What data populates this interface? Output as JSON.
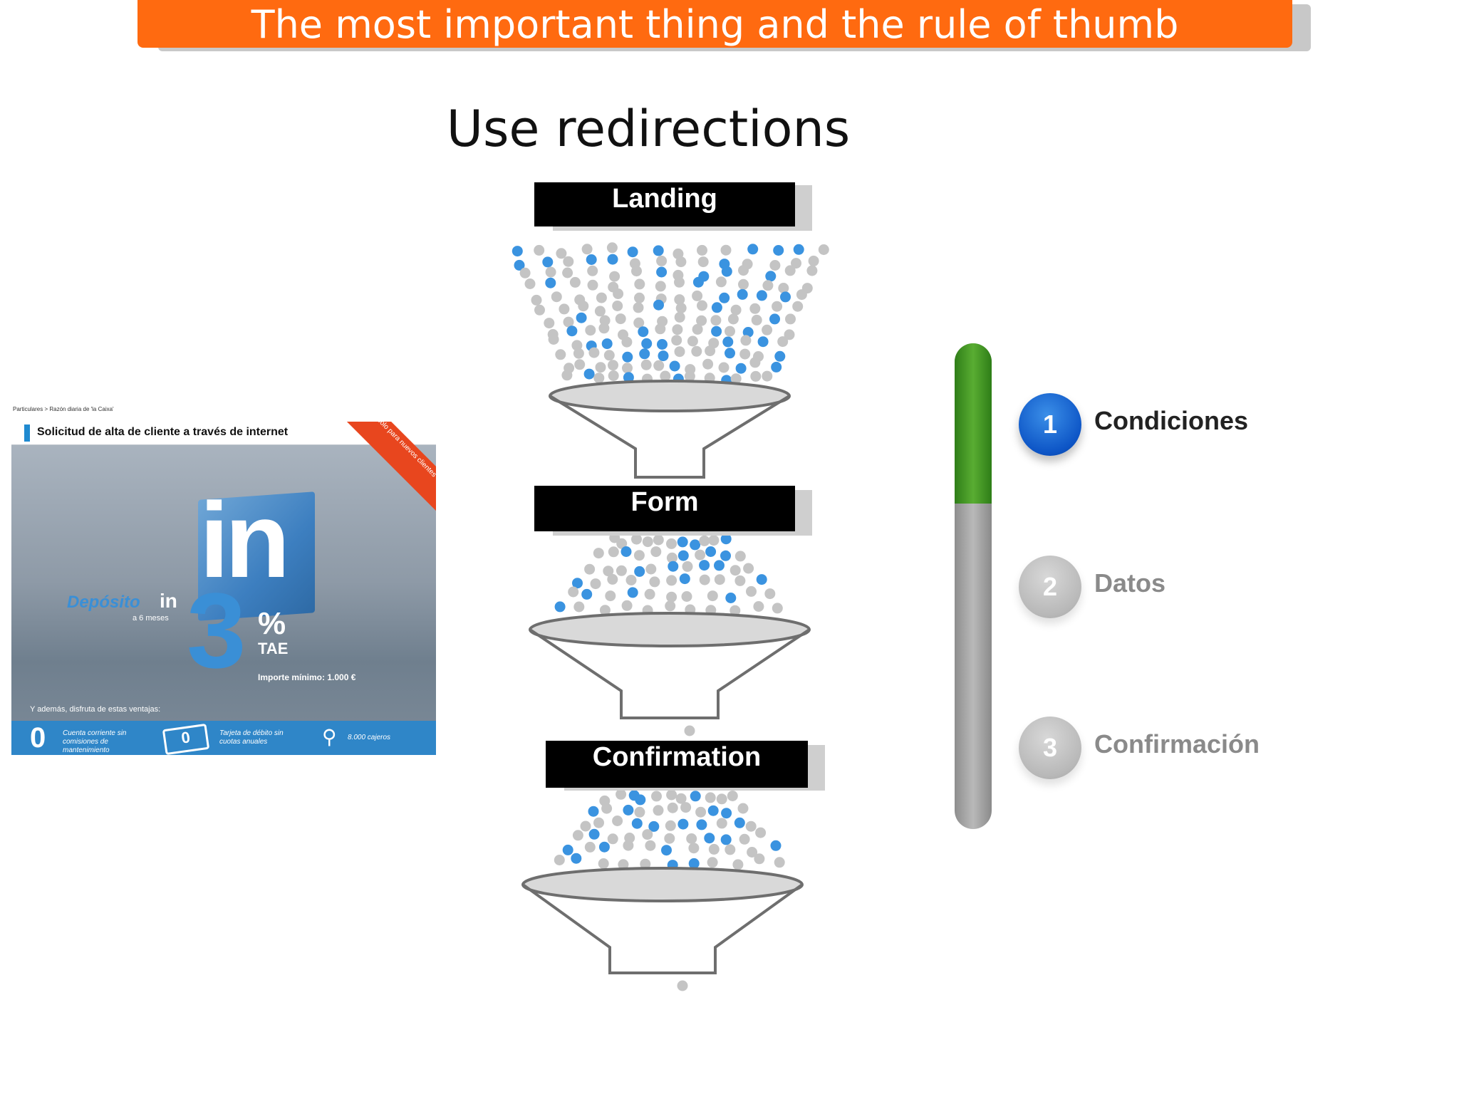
{
  "header": {
    "title": "The most important thing and the rule of thumb"
  },
  "slide": {
    "title": "Use redirections"
  },
  "banner": {
    "breadcrumb": "Particulares > Razón diaria de 'la Caixa'",
    "heading": "Solicitud de alta de cliente a través de internet",
    "corner_ribbon": "Sólo para nuevos clientes",
    "logo": "in",
    "deposito": "Depósito",
    "in": "in",
    "meses": "a 6 meses",
    "rate": "3",
    "percent": "%",
    "tae": "TAE",
    "importe": "Importe mínimo: 1.000 €",
    "ademas": "Y además, disfruta de estas ventajas:",
    "perks": [
      {
        "icon": "0",
        "text": "Cuenta corriente sin comisiones de mantenimiento"
      },
      {
        "icon": "0",
        "text": "Tarjeta de débito sin cuotas anuales"
      },
      {
        "icon": "atm-icon",
        "text": "8.000 cajeros"
      }
    ]
  },
  "funnel": {
    "stages": [
      "Landing",
      "Form",
      "Confirmation"
    ],
    "colors": {
      "highlight": "#3a93e0",
      "dot": "#c4c4c4",
      "funnel_stroke": "#6e6e6e"
    }
  },
  "stepper": {
    "progress": 0.33,
    "steps": [
      {
        "number": "1",
        "label": "Condiciones",
        "state": "active"
      },
      {
        "number": "2",
        "label": "Datos",
        "state": "inactive"
      },
      {
        "number": "3",
        "label": "Confirmación",
        "state": "inactive"
      }
    ],
    "colors": {
      "active": "#0d55c6",
      "fill": "#4b9f27",
      "track": "#a8a8a8"
    }
  }
}
